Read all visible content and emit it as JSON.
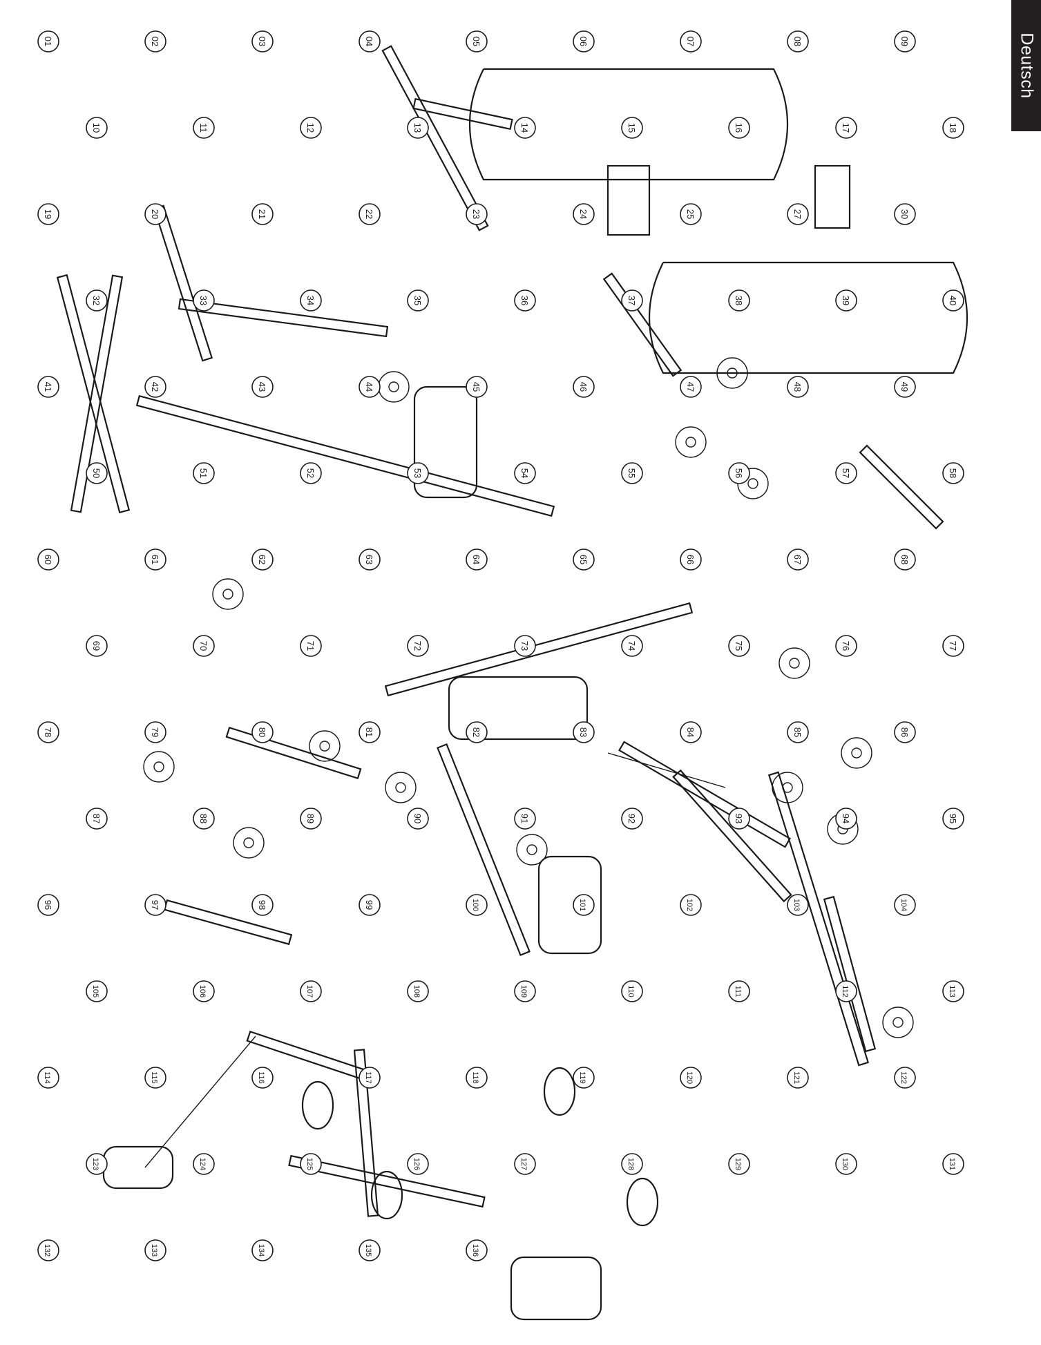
{
  "page": {
    "language_tab": "Deutsch"
  },
  "diagram": {
    "type": "exploded-parts-view",
    "orientation": "rotated-90-clockwise",
    "callouts": [
      "01",
      "02",
      "03",
      "04",
      "05",
      "06",
      "07",
      "08",
      "09",
      "10",
      "11",
      "12",
      "13",
      "14",
      "15",
      "16",
      "17",
      "18",
      "19",
      "20",
      "21",
      "22",
      "23",
      "24",
      "25",
      "27",
      "30",
      "32",
      "33",
      "34",
      "35",
      "36",
      "37",
      "38",
      "39",
      "40",
      "41",
      "42",
      "43",
      "44",
      "45",
      "46",
      "47",
      "48",
      "49",
      "50",
      "51",
      "52",
      "53",
      "54",
      "55",
      "56",
      "57",
      "58",
      "60",
      "61",
      "62",
      "63",
      "64",
      "65",
      "66",
      "67",
      "68",
      "69",
      "70",
      "71",
      "72",
      "73",
      "74",
      "75",
      "76",
      "77",
      "78",
      "79",
      "80",
      "81",
      "82",
      "83",
      "84",
      "85",
      "86",
      "87",
      "88",
      "89",
      "90",
      "91",
      "92",
      "93",
      "94",
      "95",
      "96",
      "97",
      "98",
      "99",
      "100",
      "101",
      "102",
      "103",
      "104",
      "105",
      "106",
      "107",
      "108",
      "109",
      "110",
      "111",
      "112",
      "113",
      "114",
      "115",
      "116",
      "117",
      "118",
      "119",
      "120",
      "121",
      "122",
      "123",
      "124",
      "125",
      "126",
      "127",
      "128",
      "129",
      "130",
      "131",
      "132",
      "133",
      "134",
      "135",
      "136"
    ]
  }
}
